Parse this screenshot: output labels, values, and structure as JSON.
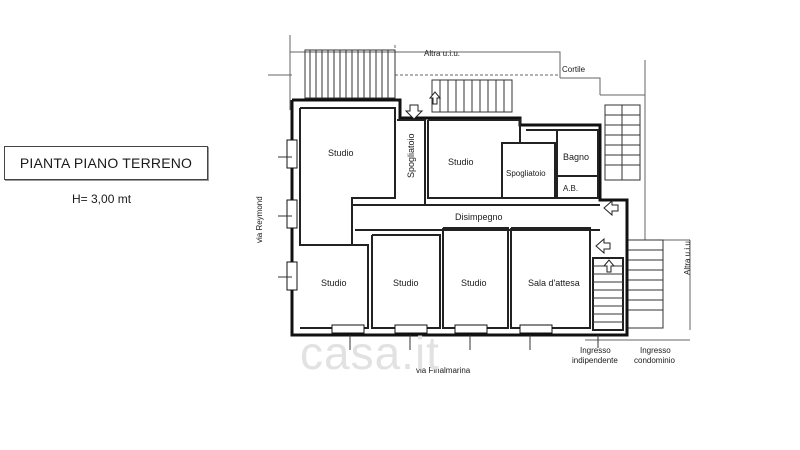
{
  "title": "PIANTA PIANO TERRENO",
  "height_note": "H= 3,00 mt",
  "watermark": "casa.it",
  "labels": {
    "altra_uiu_top": "Altra u.i.u.",
    "cortile": "Cortile",
    "studio_1": "Studio",
    "spogliatoio_1": "Spogliatoio",
    "studio_2": "Studio",
    "spogliatoio_2": "Spogliatoio",
    "bagno": "Bagno",
    "ab": "A.B.",
    "disimpegno": "Disimpegno",
    "studio_3": "Studio",
    "studio_4": "Studio",
    "studio_5": "Studio",
    "sala_attesa": "Sala d'attesa",
    "via_reymond": "via Reymond",
    "altra_uiu_right": "Altra u.i.u.",
    "via_finalmarina": "via Finalmarina",
    "ingresso_indipendente_1": "Ingresso",
    "ingresso_indipendente_2": "indipendente",
    "ingresso_condominio_1": "Ingresso",
    "ingresso_condominio_2": "condominio"
  }
}
